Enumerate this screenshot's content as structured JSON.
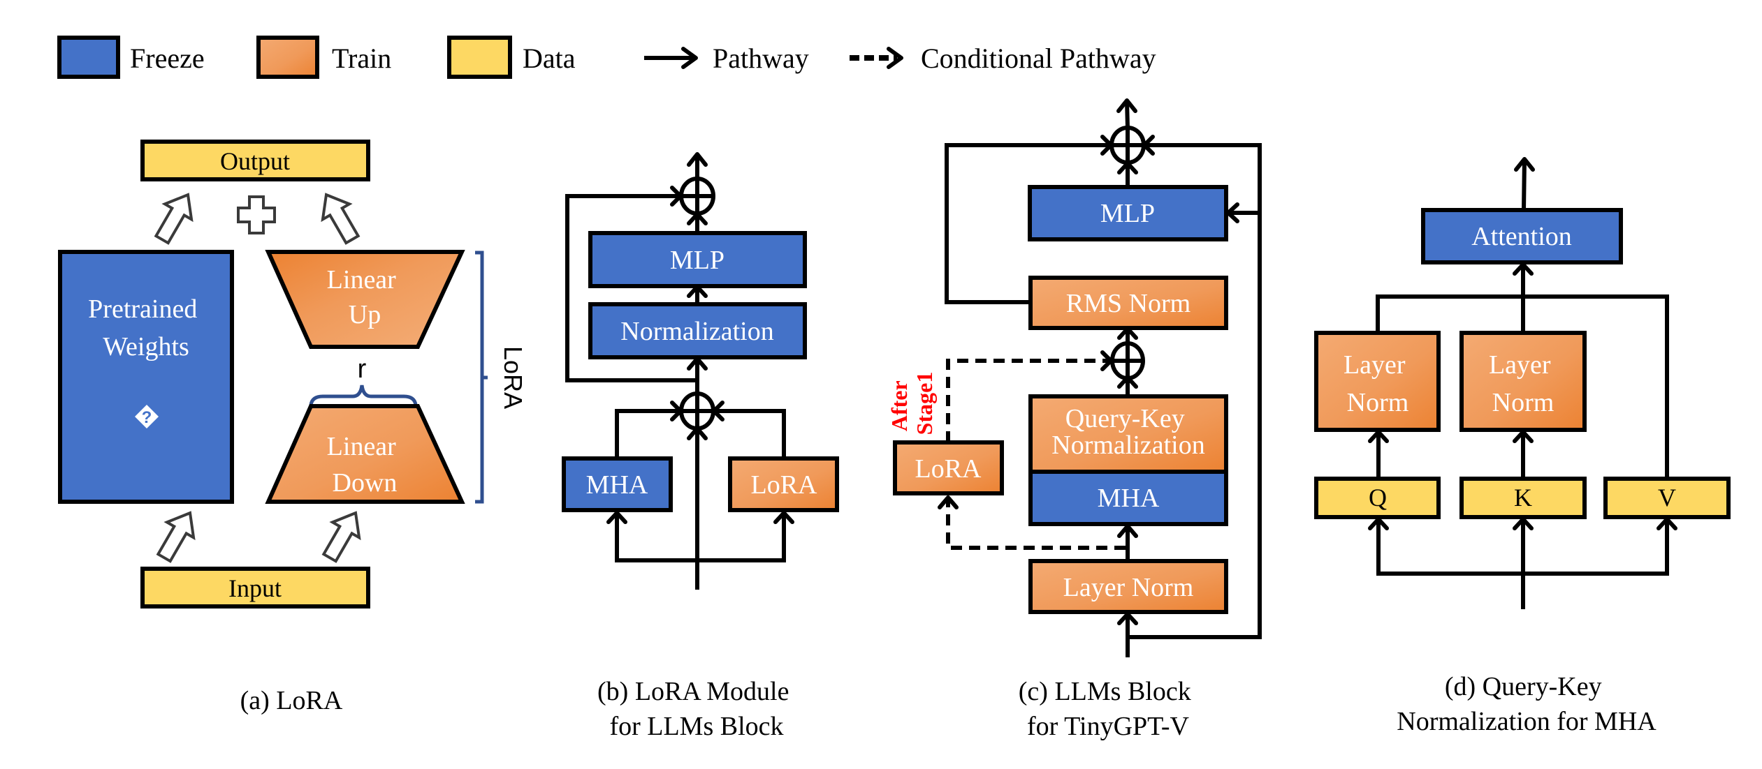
{
  "colors": {
    "freeze": "#4472C8",
    "train_light": "#F4AA72",
    "train_dark": "#ED8232",
    "data": "#FDD863",
    "lora_bracket": "#2F4F8F",
    "annotation_red": "#FF0000"
  },
  "legend": {
    "freeze": "Freeze",
    "train": "Train",
    "data": "Data",
    "pathway": "Pathway",
    "conditional_pathway": "Conditional Pathway"
  },
  "panel_a": {
    "output": "Output",
    "input": "Input",
    "pretrained_line1": "Pretrained",
    "pretrained_line2": "Weights",
    "pretrained_glyph": "?",
    "linear_up_line1": "Linear",
    "linear_up_line2": "Up",
    "linear_down_line1": "Linear",
    "linear_down_line2": "Down",
    "rank_label": "r",
    "lora_label": "LoRA",
    "caption": "(a) LoRA"
  },
  "panel_b": {
    "mlp": "MLP",
    "normalization": "Normalization",
    "mha": "MHA",
    "lora": "LoRA",
    "caption_line1": "(b) LoRA Module",
    "caption_line2": "for LLMs Block"
  },
  "panel_c": {
    "mlp": "MLP",
    "rms_norm": "RMS Norm",
    "qk_norm_line1": "Query-Key",
    "qk_norm_line2": "Normalization",
    "mha": "MHA",
    "layer_norm": "Layer Norm",
    "lora": "LoRA",
    "annotation_line1": "After",
    "annotation_line2": "Stage1",
    "caption_line1": "(c) LLMs Block",
    "caption_line2": "for TinyGPT-V"
  },
  "panel_d": {
    "attention": "Attention",
    "layer_norm_q_line1": "Layer",
    "layer_norm_q_line2": "Norm",
    "layer_norm_k_line1": "Layer",
    "layer_norm_k_line2": "Norm",
    "q": "Q",
    "k": "K",
    "v": "V",
    "caption_line1": "(d) Query-Key",
    "caption_line2": "Normalization for MHA"
  }
}
